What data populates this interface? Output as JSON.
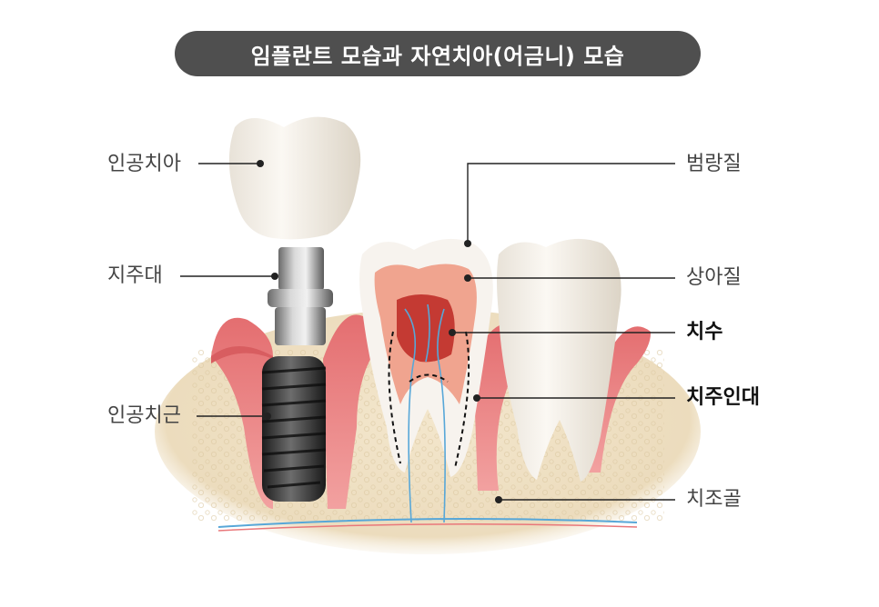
{
  "title": "임플란트 모습과 자연치아(어금니) 모습",
  "labels": {
    "artificial_tooth": "인공치아",
    "abutment": "지주대",
    "implant_root": "인공치근",
    "enamel": "범랑질",
    "dentin": "상아질",
    "pulp": "치수",
    "periodontal_ligament": "치주인대",
    "alveolar_bone": "치조골"
  },
  "colors": {
    "title_bg": "#4f4f4f",
    "gum": "#e9777a",
    "bone": "#efe2c6",
    "enamel": "#f7f3ee",
    "dentin": "#f0a48f",
    "pulp": "#c43a33",
    "nerve": "#57a7d8"
  }
}
